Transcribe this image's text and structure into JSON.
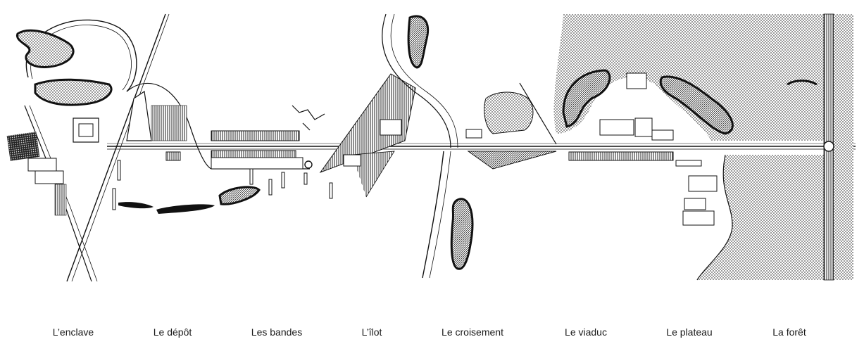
{
  "sectors": [
    {
      "label": "L’enclave"
    },
    {
      "label": "Le dépôt"
    },
    {
      "label": "Les bandes"
    },
    {
      "label": "L’îlot"
    },
    {
      "label": "Le croisement"
    },
    {
      "label": "Le viaduc"
    },
    {
      "label": "Le plateau"
    },
    {
      "label": "La forêt"
    }
  ],
  "colors": {
    "ink": "#111111",
    "stipple": "#8a8a8a",
    "paper": "#ffffff"
  }
}
